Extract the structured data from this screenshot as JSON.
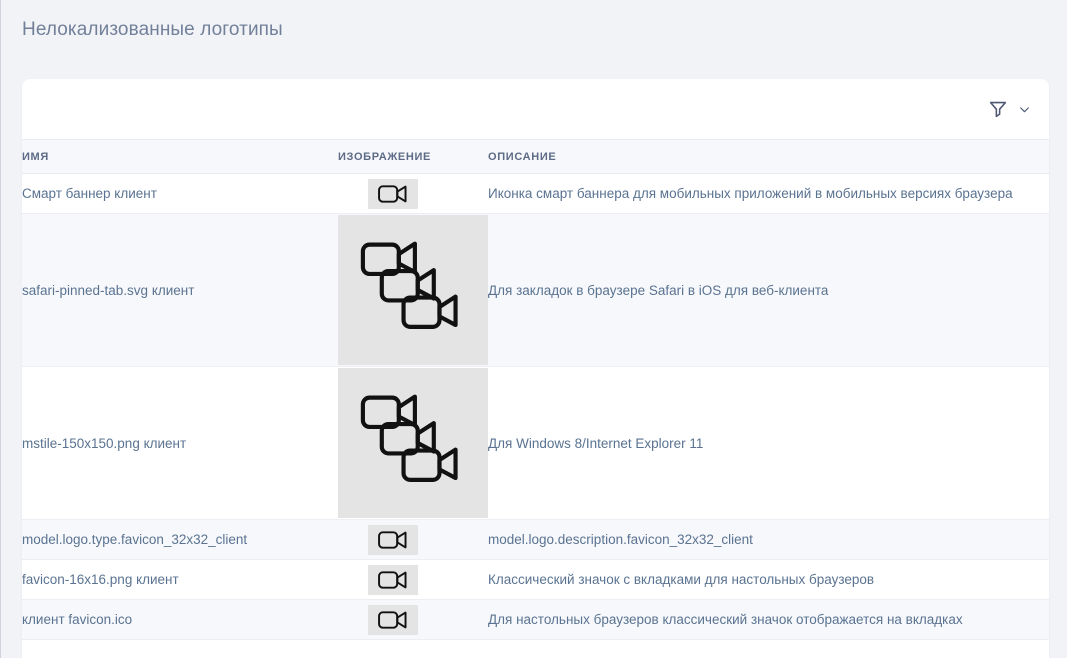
{
  "page": {
    "title": "Нелокализованные логотипы",
    "background_color": "#f2f3f7",
    "card_background": "#ffffff",
    "title_color": "#72809a",
    "text_color": "#5a7391",
    "header_color": "#5d6b86",
    "row_alt_color": "#f7f8fb",
    "thumb_color": "#e4e4e4"
  },
  "toolbar": {
    "filter_icon": "filter-funnel-icon",
    "chevron_icon": "chevron-down-icon"
  },
  "table": {
    "columns": [
      {
        "key": "name",
        "label": "ИМЯ"
      },
      {
        "key": "image",
        "label": "ИЗОБРАЖЕНИЕ"
      },
      {
        "key": "desc",
        "label": "ОПИСАНИЕ"
      }
    ],
    "rows": [
      {
        "name": "Смарт баннер клиент",
        "image_icon": "video-camera-icon",
        "image_size": "small",
        "description": "Иконка смарт баннера для мобильных приложений в мобильных версиях браузера"
      },
      {
        "name": "safari-pinned-tab.svg клиент",
        "image_icon": "multiple-video-cameras-icon",
        "image_size": "large",
        "description": "Для закладок в браузере Safari в iOS для веб-клиента"
      },
      {
        "name": "mstile-150x150.png клиент",
        "image_icon": "multiple-video-cameras-icon",
        "image_size": "large",
        "description": "Для Windows 8/Internet Explorer 11"
      },
      {
        "name": "model.logo.type.favicon_32x32_client",
        "image_icon": "video-camera-icon",
        "image_size": "small",
        "description": "model.logo.description.favicon_32x32_client"
      },
      {
        "name": "favicon-16x16.png клиент",
        "image_icon": "video-camera-icon",
        "image_size": "small",
        "description": "Классический значок с вкладками для настольных браузеров"
      },
      {
        "name": "клиент favicon.ico",
        "image_icon": "video-camera-icon",
        "image_size": "small",
        "description": "Для настольных браузеров классический значок отображается на вкладках"
      }
    ]
  }
}
